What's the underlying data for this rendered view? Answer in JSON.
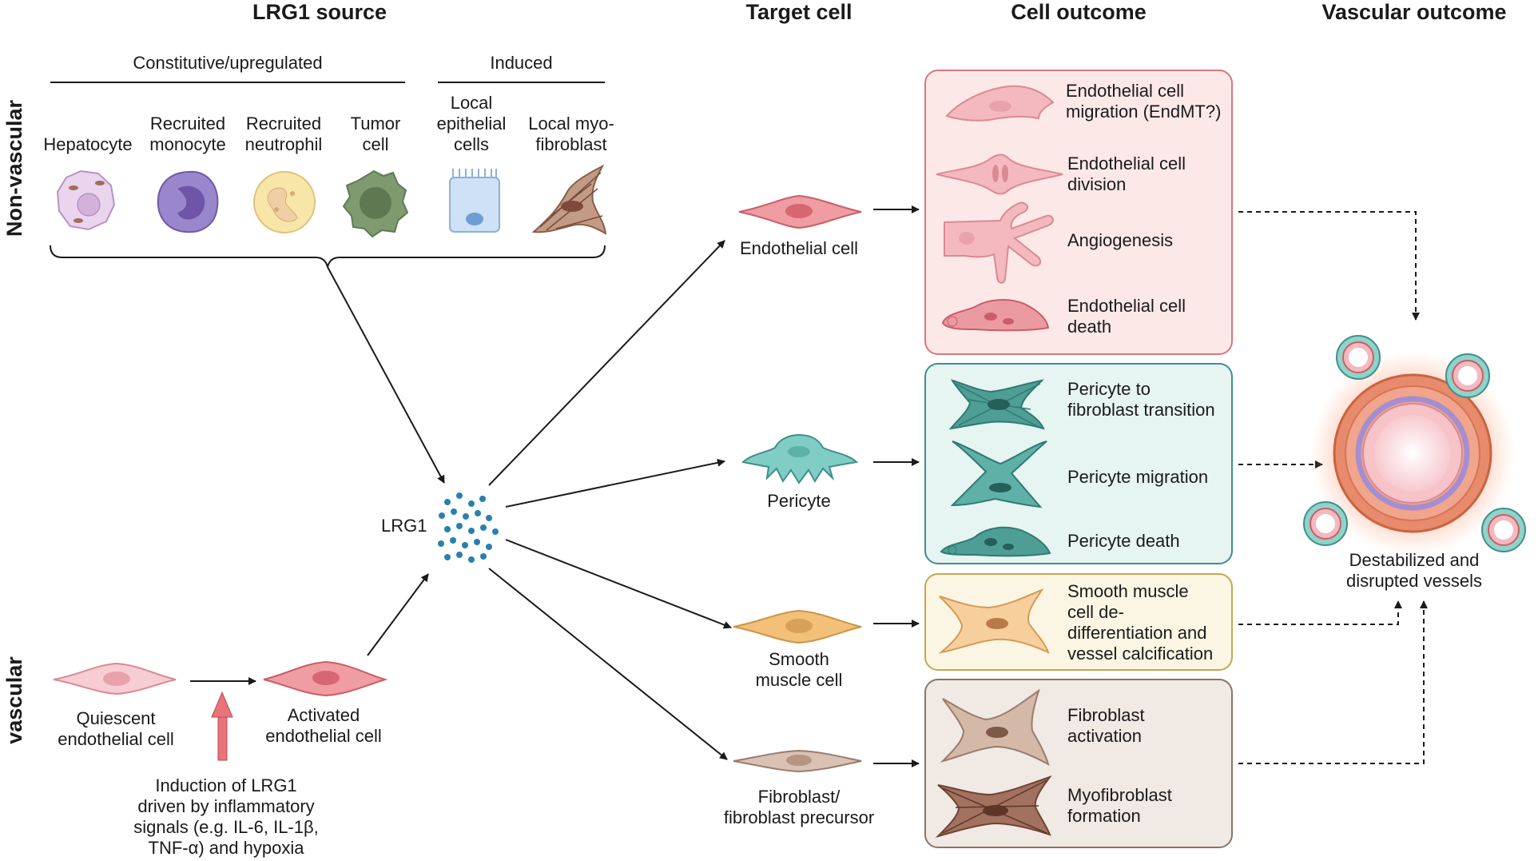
{
  "headers": {
    "lrg1_source": "LRG1 source",
    "target_cell": "Target cell",
    "cell_outcome": "Cell outcome",
    "vascular_outcome": "Vascular outcome"
  },
  "side_labels": {
    "non_vascular": "Non-vascular",
    "vascular": "vascular"
  },
  "source_groups": {
    "constitutive": "Constitutive/upregulated",
    "induced": "Induced"
  },
  "source_cells": [
    "Hepatocyte",
    "Recruited\nmonocyte",
    "Recruited\nneutrophil",
    "Tumor\ncell",
    "Local\nepithelial\ncells",
    "Local myo-\nfibroblast"
  ],
  "lrg1_label": "LRG1",
  "vascular_source": {
    "quiescent": "Quiescent\nendothelial cell",
    "activated": "Activated\nendothelial cell",
    "induction": "Induction of LRG1\ndriven by inflammatory\nsignals (e.g. IL-6, IL-1β,\nTNF-α) and hypoxia"
  },
  "targets": [
    "Endothelial cell",
    "Pericyte",
    "Smooth\nmuscle cell",
    "Fibroblast/\nfibroblast precursor"
  ],
  "outcomes": {
    "endothelial": [
      "Endothelial cell\nmigration (EndMT?)",
      "Endothelial cell\ndivision",
      "Angiogenesis",
      "Endothelial cell\ndeath"
    ],
    "pericyte": [
      "Pericyte to\nfibroblast transition",
      "Pericyte migration",
      "Pericyte death"
    ],
    "smooth_muscle": [
      "Smooth muscle\ncell de-\ndifferentiation and\nvessel calcification"
    ],
    "fibroblast": [
      "Fibroblast\nactivation",
      "Myofibroblast\nformation"
    ]
  },
  "vascular_result": "Destabilized and\ndisrupted vessels",
  "colors": {
    "endothelial_box_fill": "#fde8e8",
    "endothelial_box_stroke": "#d9777e",
    "pericyte_box_fill": "#e6f4f2",
    "pericyte_box_stroke": "#3f8f8a",
    "smooth_box_fill": "#fbf6e3",
    "smooth_box_stroke": "#c4a852",
    "fibro_box_fill": "#f1e9e4",
    "fibro_box_stroke": "#8c7466",
    "lrg1_dots": "#2a7fb0",
    "induction_arrow": "#e8747a"
  }
}
